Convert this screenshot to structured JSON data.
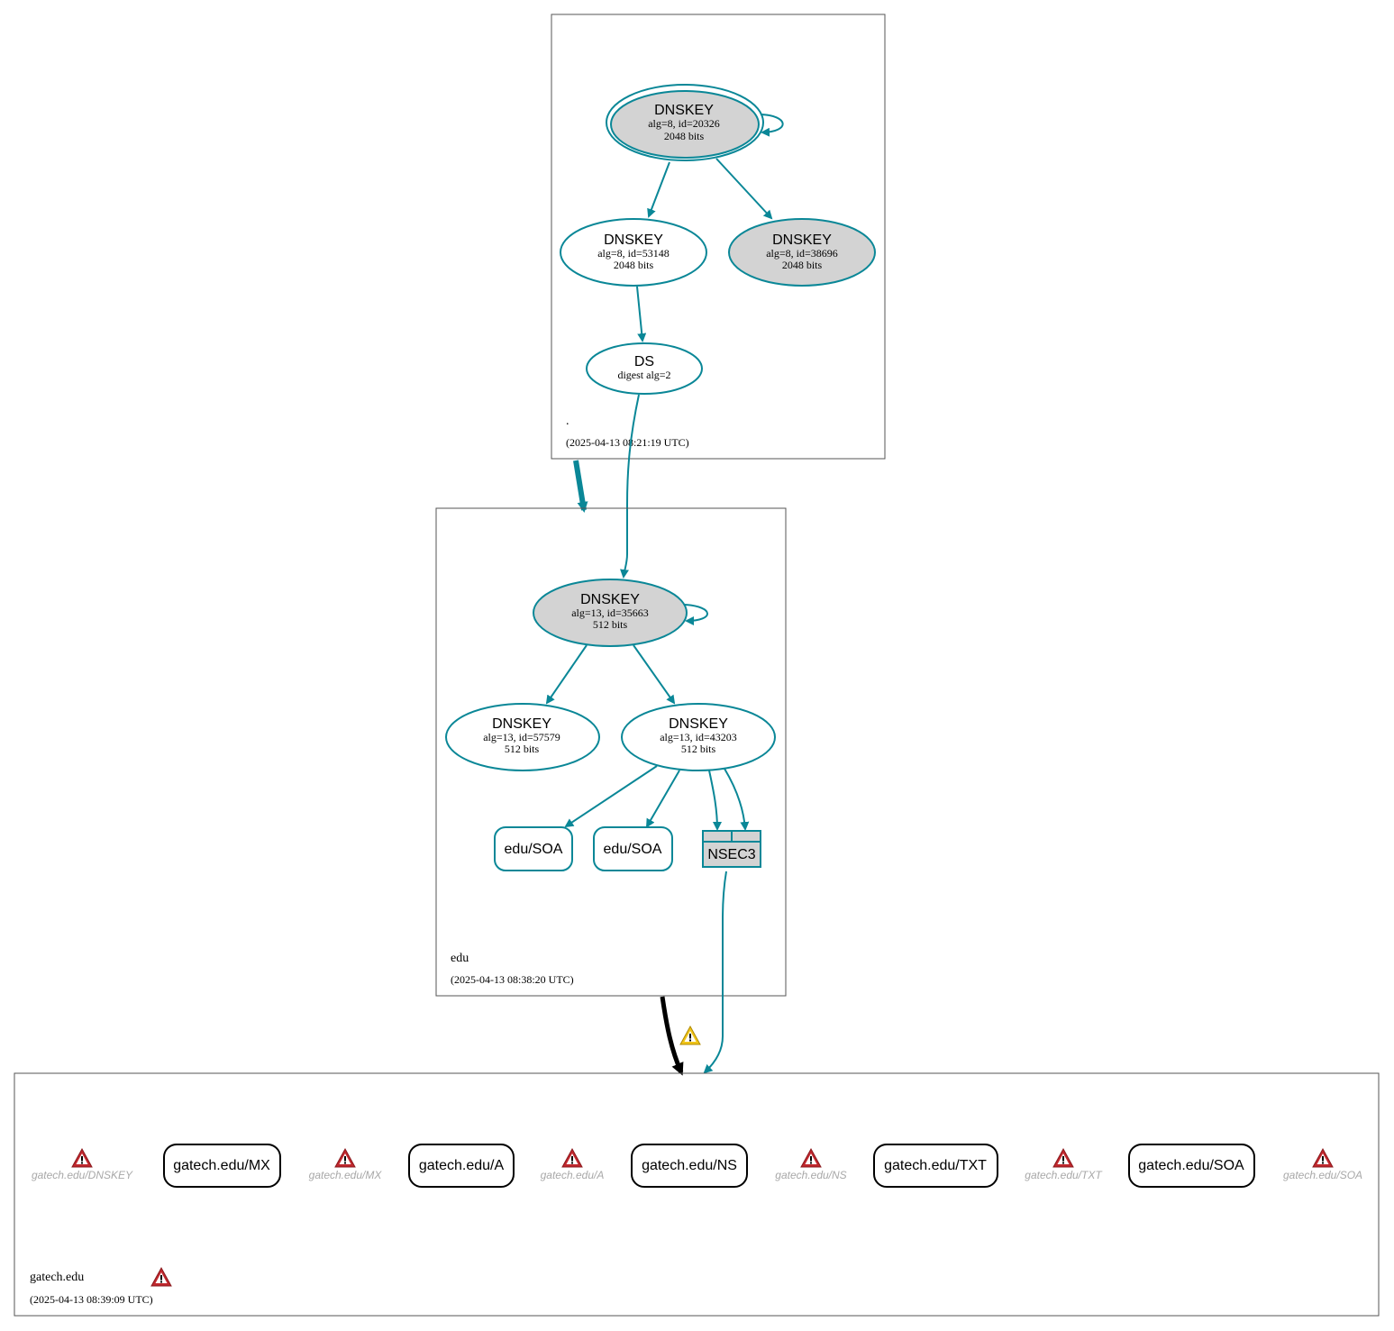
{
  "colors": {
    "teal": "#0a8797",
    "gray_fill": "#d3d3d3",
    "warn_red": "#c0272d",
    "warn_yellow": "#f0c419"
  },
  "zones": {
    "root": {
      "name": ".",
      "timestamp": "(2025-04-13 08:21:19 UTC)"
    },
    "edu": {
      "name": "edu",
      "timestamp": "(2025-04-13 08:38:20 UTC)"
    },
    "gatech": {
      "name": "gatech.edu",
      "timestamp": "(2025-04-13 08:39:09 UTC)"
    }
  },
  "root_nodes": {
    "ksk": {
      "type": "DNSKEY",
      "line1": "alg=8, id=20326",
      "line2": "2048 bits"
    },
    "zsk": {
      "type": "DNSKEY",
      "line1": "alg=8, id=53148",
      "line2": "2048 bits"
    },
    "key3": {
      "type": "DNSKEY",
      "line1": "alg=8, id=38696",
      "line2": "2048 bits"
    },
    "ds": {
      "type": "DS",
      "line1": "digest alg=2"
    }
  },
  "edu_nodes": {
    "ksk": {
      "type": "DNSKEY",
      "line1": "alg=13, id=35663",
      "line2": "512 bits"
    },
    "k2": {
      "type": "DNSKEY",
      "line1": "alg=13, id=57579",
      "line2": "512 bits"
    },
    "k3": {
      "type": "DNSKEY",
      "line1": "alg=13, id=43203",
      "line2": "512 bits"
    },
    "soa1": "edu/SOA",
    "soa2": "edu/SOA",
    "nsec3": "NSEC3"
  },
  "gatech_rrsets": [
    "gatech.edu/MX",
    "gatech.edu/A",
    "gatech.edu/NS",
    "gatech.edu/TXT",
    "gatech.edu/SOA"
  ],
  "gatech_missing": [
    "gatech.edu/DNSKEY",
    "gatech.edu/MX",
    "gatech.edu/A",
    "gatech.edu/NS",
    "gatech.edu/TXT",
    "gatech.edu/SOA"
  ],
  "icons": {
    "warning": "warning-triangle-icon",
    "caution": "caution-triangle-icon"
  }
}
